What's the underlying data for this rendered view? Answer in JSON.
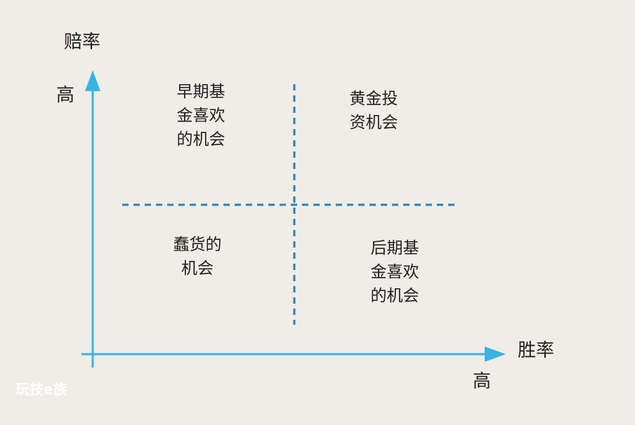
{
  "axes": {
    "y_title": "赔率",
    "y_high": "高",
    "x_title": "胜率",
    "x_high": "高"
  },
  "quadrants": {
    "top_left": [
      "早期基",
      "金喜欢",
      "的机会"
    ],
    "top_right": [
      "黄金投",
      "资机会"
    ],
    "bottom_left": [
      "蠢货的",
      "机会"
    ],
    "bottom_right": [
      "后期基",
      "金喜欢",
      "的机会"
    ]
  },
  "watermark": "玩技e族",
  "colors": {
    "background": "#efede6",
    "axis": "#3ab3e2",
    "divider": "#2d80b6",
    "text": "#1f1f1f"
  }
}
